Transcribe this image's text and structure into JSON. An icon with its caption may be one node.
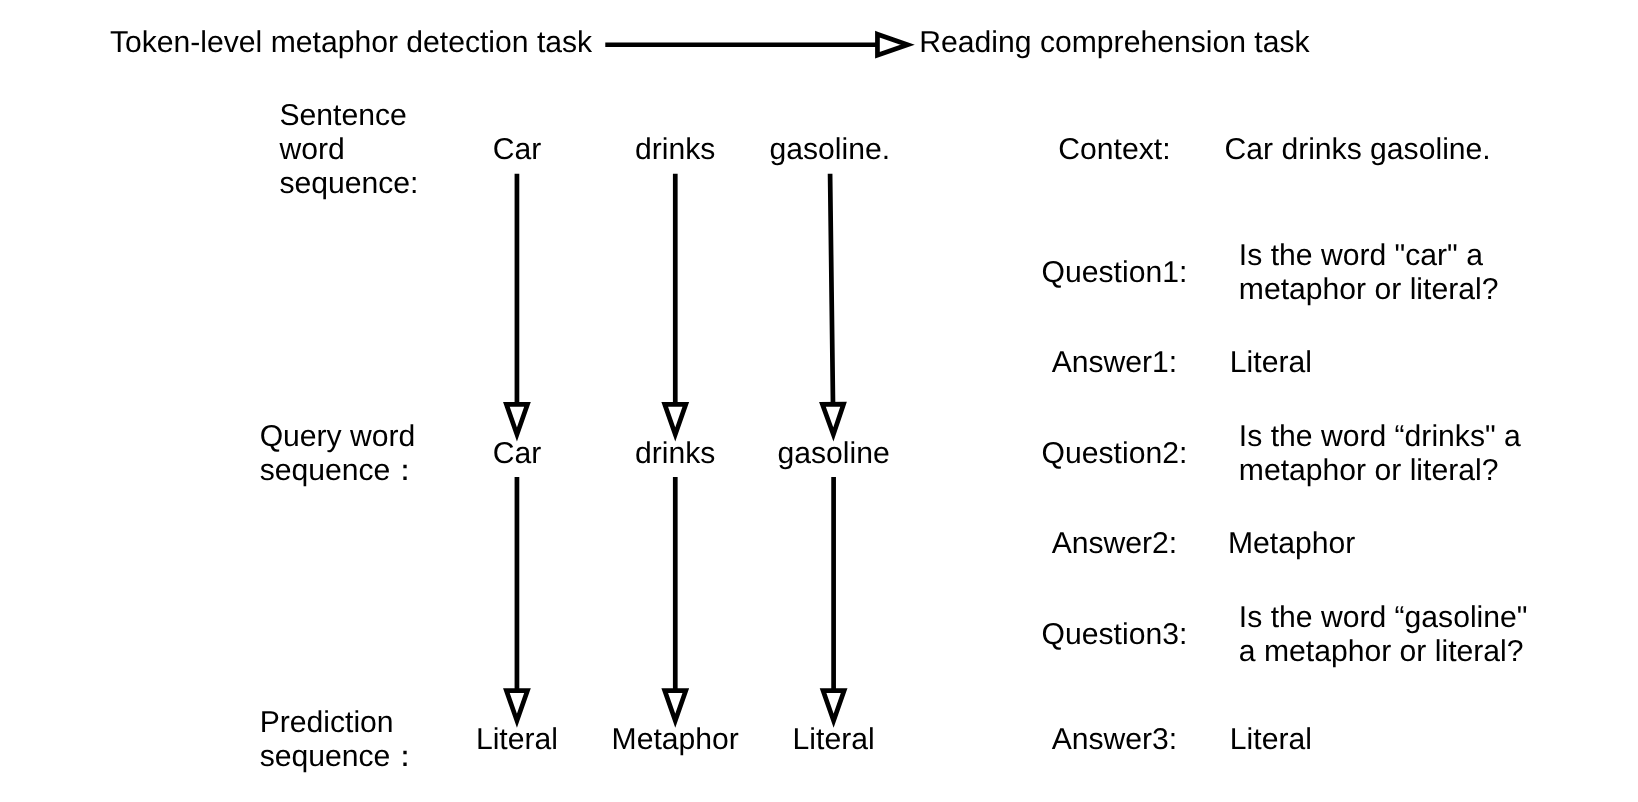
{
  "diagram": {
    "nodes": [
      {
        "text": [
          "Token-level metaphor detection task"
        ]
      },
      {
        "text": [
          "Reading comprehension task"
        ]
      },
      {
        "text": [
          "Car"
        ]
      },
      {
        "text": [
          "drinks"
        ]
      },
      {
        "text": [
          "gasoline."
        ]
      },
      {
        "text": [
          "Car"
        ]
      },
      {
        "text": [
          "drinks"
        ]
      },
      {
        "text": [
          "gasoline"
        ]
      },
      {
        "text": [
          "Literal"
        ]
      },
      {
        "text": [
          "Metaphor"
        ]
      },
      {
        "text": [
          "Literal"
        ]
      }
    ],
    "edges": [
      {
        "from": 0,
        "to": 1,
        "arrow": "to"
      },
      {
        "from": 2,
        "to": 5,
        "arrow": "to"
      },
      {
        "from": 3,
        "to": 6,
        "arrow": "to"
      },
      {
        "from": 4,
        "to": 7,
        "arrow": "to"
      },
      {
        "from": 5,
        "to": 8,
        "arrow": "to"
      },
      {
        "from": 6,
        "to": 9,
        "arrow": "to"
      },
      {
        "from": 7,
        "to": 10,
        "arrow": "to"
      }
    ],
    "labels": [
      "Sentence word sequence:",
      "Query word sequence：",
      "Prediction sequence：",
      "Context:",
      "Car drinks gasoline.",
      "Question1:",
      "Is the word \"car\" a metaphor or literal?",
      "Answer1:",
      "Literal",
      "Question2:",
      "Is the word “drinks\" a metaphor or literal?",
      "Answer2:",
      "Metaphor",
      "Question3:",
      "Is the word “gasoline\" a metaphor or literal?",
      "Answer3:",
      "Literal"
    ]
  }
}
